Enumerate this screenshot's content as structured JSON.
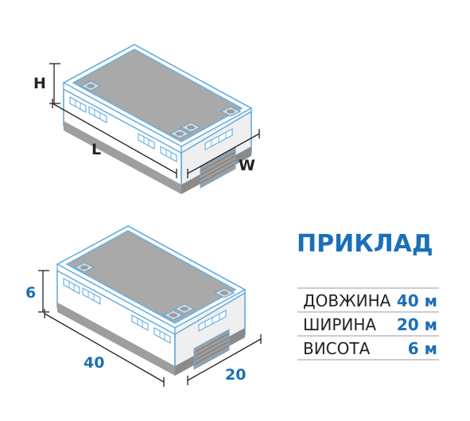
{
  "colors": {
    "accent": "#1a6fb8",
    "roof": "#a9a9a9",
    "roof_edge": "#6ab0e0",
    "wall_light": "#ffffff",
    "wall_shade": "#eeeeee",
    "base": "#9d9d9d",
    "window_fill": "#dfe3e8"
  },
  "diagram1": {
    "labels": {
      "height": "H",
      "length": "L",
      "width": "W"
    }
  },
  "diagram2": {
    "labels": {
      "height": "6",
      "length": "40",
      "width": "20"
    }
  },
  "example": {
    "title": "ПРИКЛАД",
    "rows": [
      {
        "label": "ДОВЖИНА",
        "value": "40 м"
      },
      {
        "label": "ШИРИНА",
        "value": "20 м"
      },
      {
        "label": "ВИСОТА",
        "value": "6 м"
      }
    ]
  }
}
